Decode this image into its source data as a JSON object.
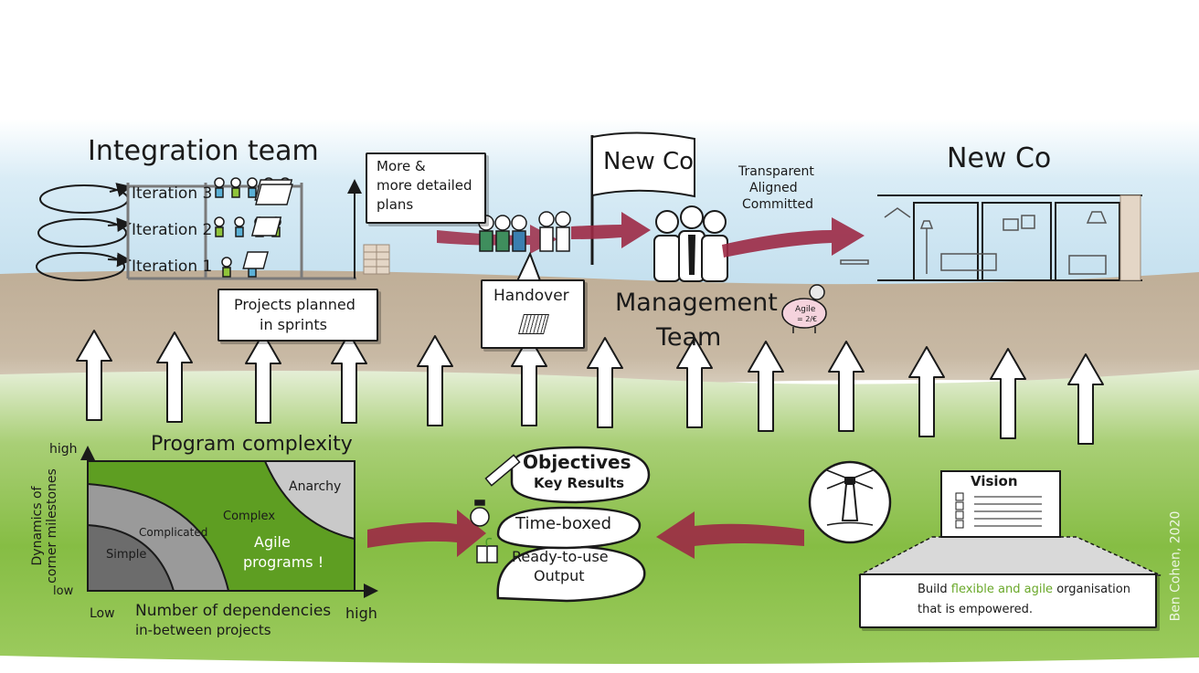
{
  "integration": {
    "title": "Integration team",
    "iterations": [
      "Iteration 3",
      "Iteration 2",
      "Iteration 1"
    ],
    "sprints_note_line1": "Projects planned",
    "sprints_note_line2": "in sprints",
    "plans_note_line1": "More &",
    "plans_note_line2": "more detailed",
    "plans_note_line3": "plans"
  },
  "handover": {
    "label": "Handover"
  },
  "flag": {
    "label": "New Co"
  },
  "management": {
    "line1": "Management",
    "line2": "Team"
  },
  "alignment": {
    "line1": "Transparent",
    "line2": "Aligned",
    "line3": "Committed"
  },
  "newco": {
    "title": "New Co"
  },
  "piggy": {
    "line1": "Agile",
    "line2": "= 2/€"
  },
  "complexity": {
    "title": "Program complexity",
    "y_axis_line1": "Dynamics of",
    "y_axis_line2": "corner milestones",
    "y_high": "high",
    "y_low": "low",
    "x_low": "Low",
    "x_high": "high",
    "x_axis_line1": "Number of dependencies",
    "x_axis_line2": "in-between projects",
    "zones": [
      "Simple",
      "Complicated",
      "Complex",
      "Anarchy"
    ],
    "agile_line1": "Agile",
    "agile_line2": "programs !"
  },
  "stack": {
    "okr_line1": "Objectives",
    "okr_line2": "Key Results",
    "timeboxed": "Time-boxed",
    "output_line1": "Ready-to-use",
    "output_line2": "Output"
  },
  "vision": {
    "title": "Vision",
    "build_prefix": "Build ",
    "build_highlight": "flexible and agile",
    "build_suffix": " organisation",
    "build_line2": "that is empowered."
  },
  "signature": "Ben Cohen, 2020",
  "colors": {
    "sky": "#cfe6f2",
    "earth": "#c9b9a3",
    "grass": "#7fb93d",
    "arrow_red": "#9c2945",
    "agile_green": "#6aa82a",
    "complex_green": "#5e9e22"
  }
}
